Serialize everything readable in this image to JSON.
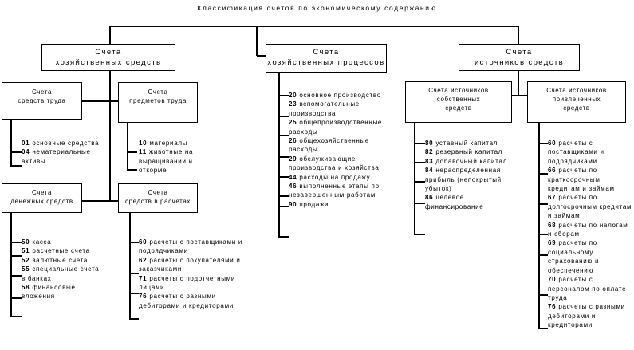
{
  "title": "Классификация счетов по экономическому содержанию",
  "groups": {
    "assets": {
      "line1": "Счета",
      "line2": "хозяйственных средств"
    },
    "processes": {
      "line1": "Счета",
      "line2": "хозяйственных процессов"
    },
    "sources": {
      "line1": "Счета",
      "line2": "источников средств"
    }
  },
  "boxes": {
    "labor_means": {
      "line1": "Счета",
      "line2": "средств труда"
    },
    "labor_objects": {
      "line1": "Счета",
      "line2": "предметов труда"
    },
    "cash": {
      "line1": "Счета",
      "line2": "денежных средств"
    },
    "settlements": {
      "line1": "Счета",
      "line2": "средств в расчетах"
    },
    "own_sources": {
      "line1": "Счета источников",
      "line2": "собственных",
      "line3": "средств"
    },
    "borrowed_sources": {
      "line1": "Счета источников",
      "line2": "привлеченных",
      "line3": "средств"
    }
  },
  "lists": {
    "labor_means": [
      {
        "code": "01",
        "text": "основные средства"
      },
      {
        "code": "04",
        "text": "нематериальные активы"
      }
    ],
    "labor_objects": [
      {
        "code": "10",
        "text": "материалы"
      },
      {
        "code": "11",
        "text": "животные на выращивании и откорме"
      }
    ],
    "cash": [
      {
        "code": "50",
        "text": "касса"
      },
      {
        "code": "51",
        "text": "расчетные счета"
      },
      {
        "code": "52",
        "text": "валютные счета"
      },
      {
        "code": "55",
        "text": "специальные счета в банках"
      },
      {
        "code": "58",
        "text": "финансовые вложения"
      }
    ],
    "settlements": [
      {
        "code": "60",
        "text": "расчеты с поставщиками и подрядчиками"
      },
      {
        "code": "62",
        "text": "расчеты с покупателями и заказчиками"
      },
      {
        "code": "71",
        "text": "расчеты с подотчетными лицами"
      },
      {
        "code": "76",
        "text": "расчеты с разными дебиторами и кредиторами"
      }
    ],
    "processes": [
      {
        "code": "20",
        "text": "основное производство"
      },
      {
        "code": "23",
        "text": "вспомогательные производства"
      },
      {
        "code": "25",
        "text": "общепроизводственные расходы"
      },
      {
        "code": "26",
        "text": "общехозяйственные расходы"
      },
      {
        "code": "29",
        "text": "обслуживающие производства и хозяйства"
      },
      {
        "code": "44",
        "text": "расходы на продажу"
      },
      {
        "code": "46",
        "text": "выполненные этапы по незавершенным работам"
      },
      {
        "code": "90",
        "text": "продажи"
      }
    ],
    "own_sources": [
      {
        "code": "80",
        "text": "уставный капитал"
      },
      {
        "code": "82",
        "text": "резервный капитал"
      },
      {
        "code": "83",
        "text": "добавочный капитал"
      },
      {
        "code": "84",
        "text": "нераспределенная прибыль (непокрытый убыток)"
      },
      {
        "code": "86",
        "text": "целевое финансирование"
      }
    ],
    "borrowed_sources": [
      {
        "code": "60",
        "text": "расчеты с поставщиками и подрядчиками"
      },
      {
        "code": "66",
        "text": "расчеты по краткосрочным кредитам и займам"
      },
      {
        "code": "67",
        "text": "расчеты по долгосрочным кредитам и займам"
      },
      {
        "code": "68",
        "text": "расчеты по налогам и сборам"
      },
      {
        "code": "69",
        "text": "расчеты по социальному страхованию и обеспечению"
      },
      {
        "code": "70",
        "text": "расчеты с персоналом по оплате труда"
      },
      {
        "code": "76",
        "text": "расчеты с разными дебиторами и кредиторами"
      }
    ]
  }
}
